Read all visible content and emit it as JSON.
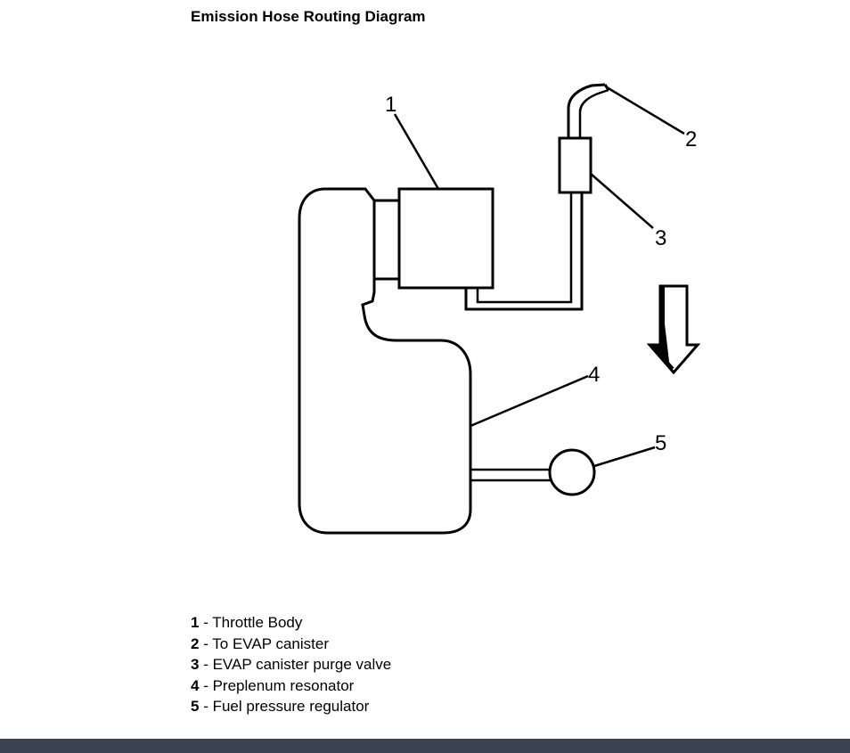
{
  "title": "Emission Hose Routing Diagram",
  "callouts": [
    {
      "num": "1",
      "label": "Throttle Body"
    },
    {
      "num": "2",
      "label": "To EVAP canister"
    },
    {
      "num": "3",
      "label": "EVAP canister purge valve"
    },
    {
      "num": "4",
      "label": "Preplenum resonator"
    },
    {
      "num": "5",
      "label": "Fuel pressure regulator"
    }
  ],
  "legend_separator": " - ",
  "colors": {
    "line": "#000000",
    "background": "#ffffff",
    "bottom_bar": "#3a4350"
  },
  "icons": [
    "down-arrow-icon"
  ]
}
